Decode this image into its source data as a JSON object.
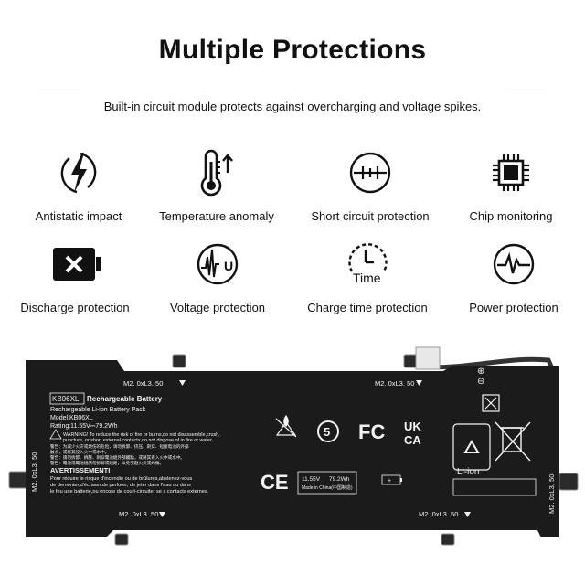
{
  "header": {
    "title": "Multiple Protections",
    "subtitle": "Built-in circuit module protects against overcharging and voltage spikes."
  },
  "features": [
    {
      "label": "Antistatic impact",
      "icon": "lightning-icon"
    },
    {
      "label": "Temperature anomaly",
      "icon": "thermometer-icon"
    },
    {
      "label": "Short circuit protection",
      "icon": "short-circuit-icon"
    },
    {
      "label": "Chip monitoring",
      "icon": "chip-icon"
    },
    {
      "label": "Discharge protection",
      "icon": "battery-x-icon"
    },
    {
      "label": "Voltage protection",
      "icon": "voltage-wave-icon"
    },
    {
      "label": "Charge time protection",
      "icon": "clock-time-icon"
    },
    {
      "label": "Power protection",
      "icon": "pulse-icon"
    }
  ],
  "battery": {
    "screw_label": "M2. 0xL3. 50",
    "model_box": "KB06XL",
    "heading": "Rechargeable Battery",
    "pack": "Rechargeable Li-ion Battery Pack",
    "model_line": "Model:KB06XL",
    "rating": "Rating:11.55V⎓79.2Wh",
    "warning_line1": "WARNING! To reduce the risk of fire or burns,do not disassemble,crush,",
    "warning_line2": "puncture, or short external contacts,do not dispose of in fire or water.",
    "cn_line1": "警告：为减少火灾或烧伤的危险，请勿拆卸、挤压、刺穿、短接电池的外部",
    "cn_line2": "触点，或将其投入火中或水中。",
    "cn_line3": "警告：請勿拆卸、擠壓、刺穿電池組外部觸點，或將其丟入火中或水中。",
    "cn_line4": "警告：電池或電池組請勿拆解或短路，以免引起火災或灼傷。",
    "avert_title": "AVERTISSEMENTI",
    "fr_line1": "Pour réduire le risque d'incendie ou de brûlures,abstenez-vous",
    "fr_line2": "de demonter,d'écraser,de perforer, de jeter dans l'eau ou dans",
    "fr_line3": "le feu une batterie,ou encore de court-circuiter se s contacts externes.",
    "spec_voltage": "11.55V",
    "spec_energy": "79.2Wh",
    "made_in": "Made in China(中国制造)",
    "fc_mark": "FC",
    "ce_mark": "CE",
    "ukca_top": "UK",
    "ukca_bottom": "CA",
    "liion": "Li-ion",
    "recycle_num": "5",
    "plus_sign": "⊕",
    "minus_sign": "⊖",
    "battery_plus": "+"
  },
  "colors": {
    "battery_body": "#1b1b1b",
    "battery_text": "#f2f2f2",
    "accent_red": "#b22222"
  }
}
